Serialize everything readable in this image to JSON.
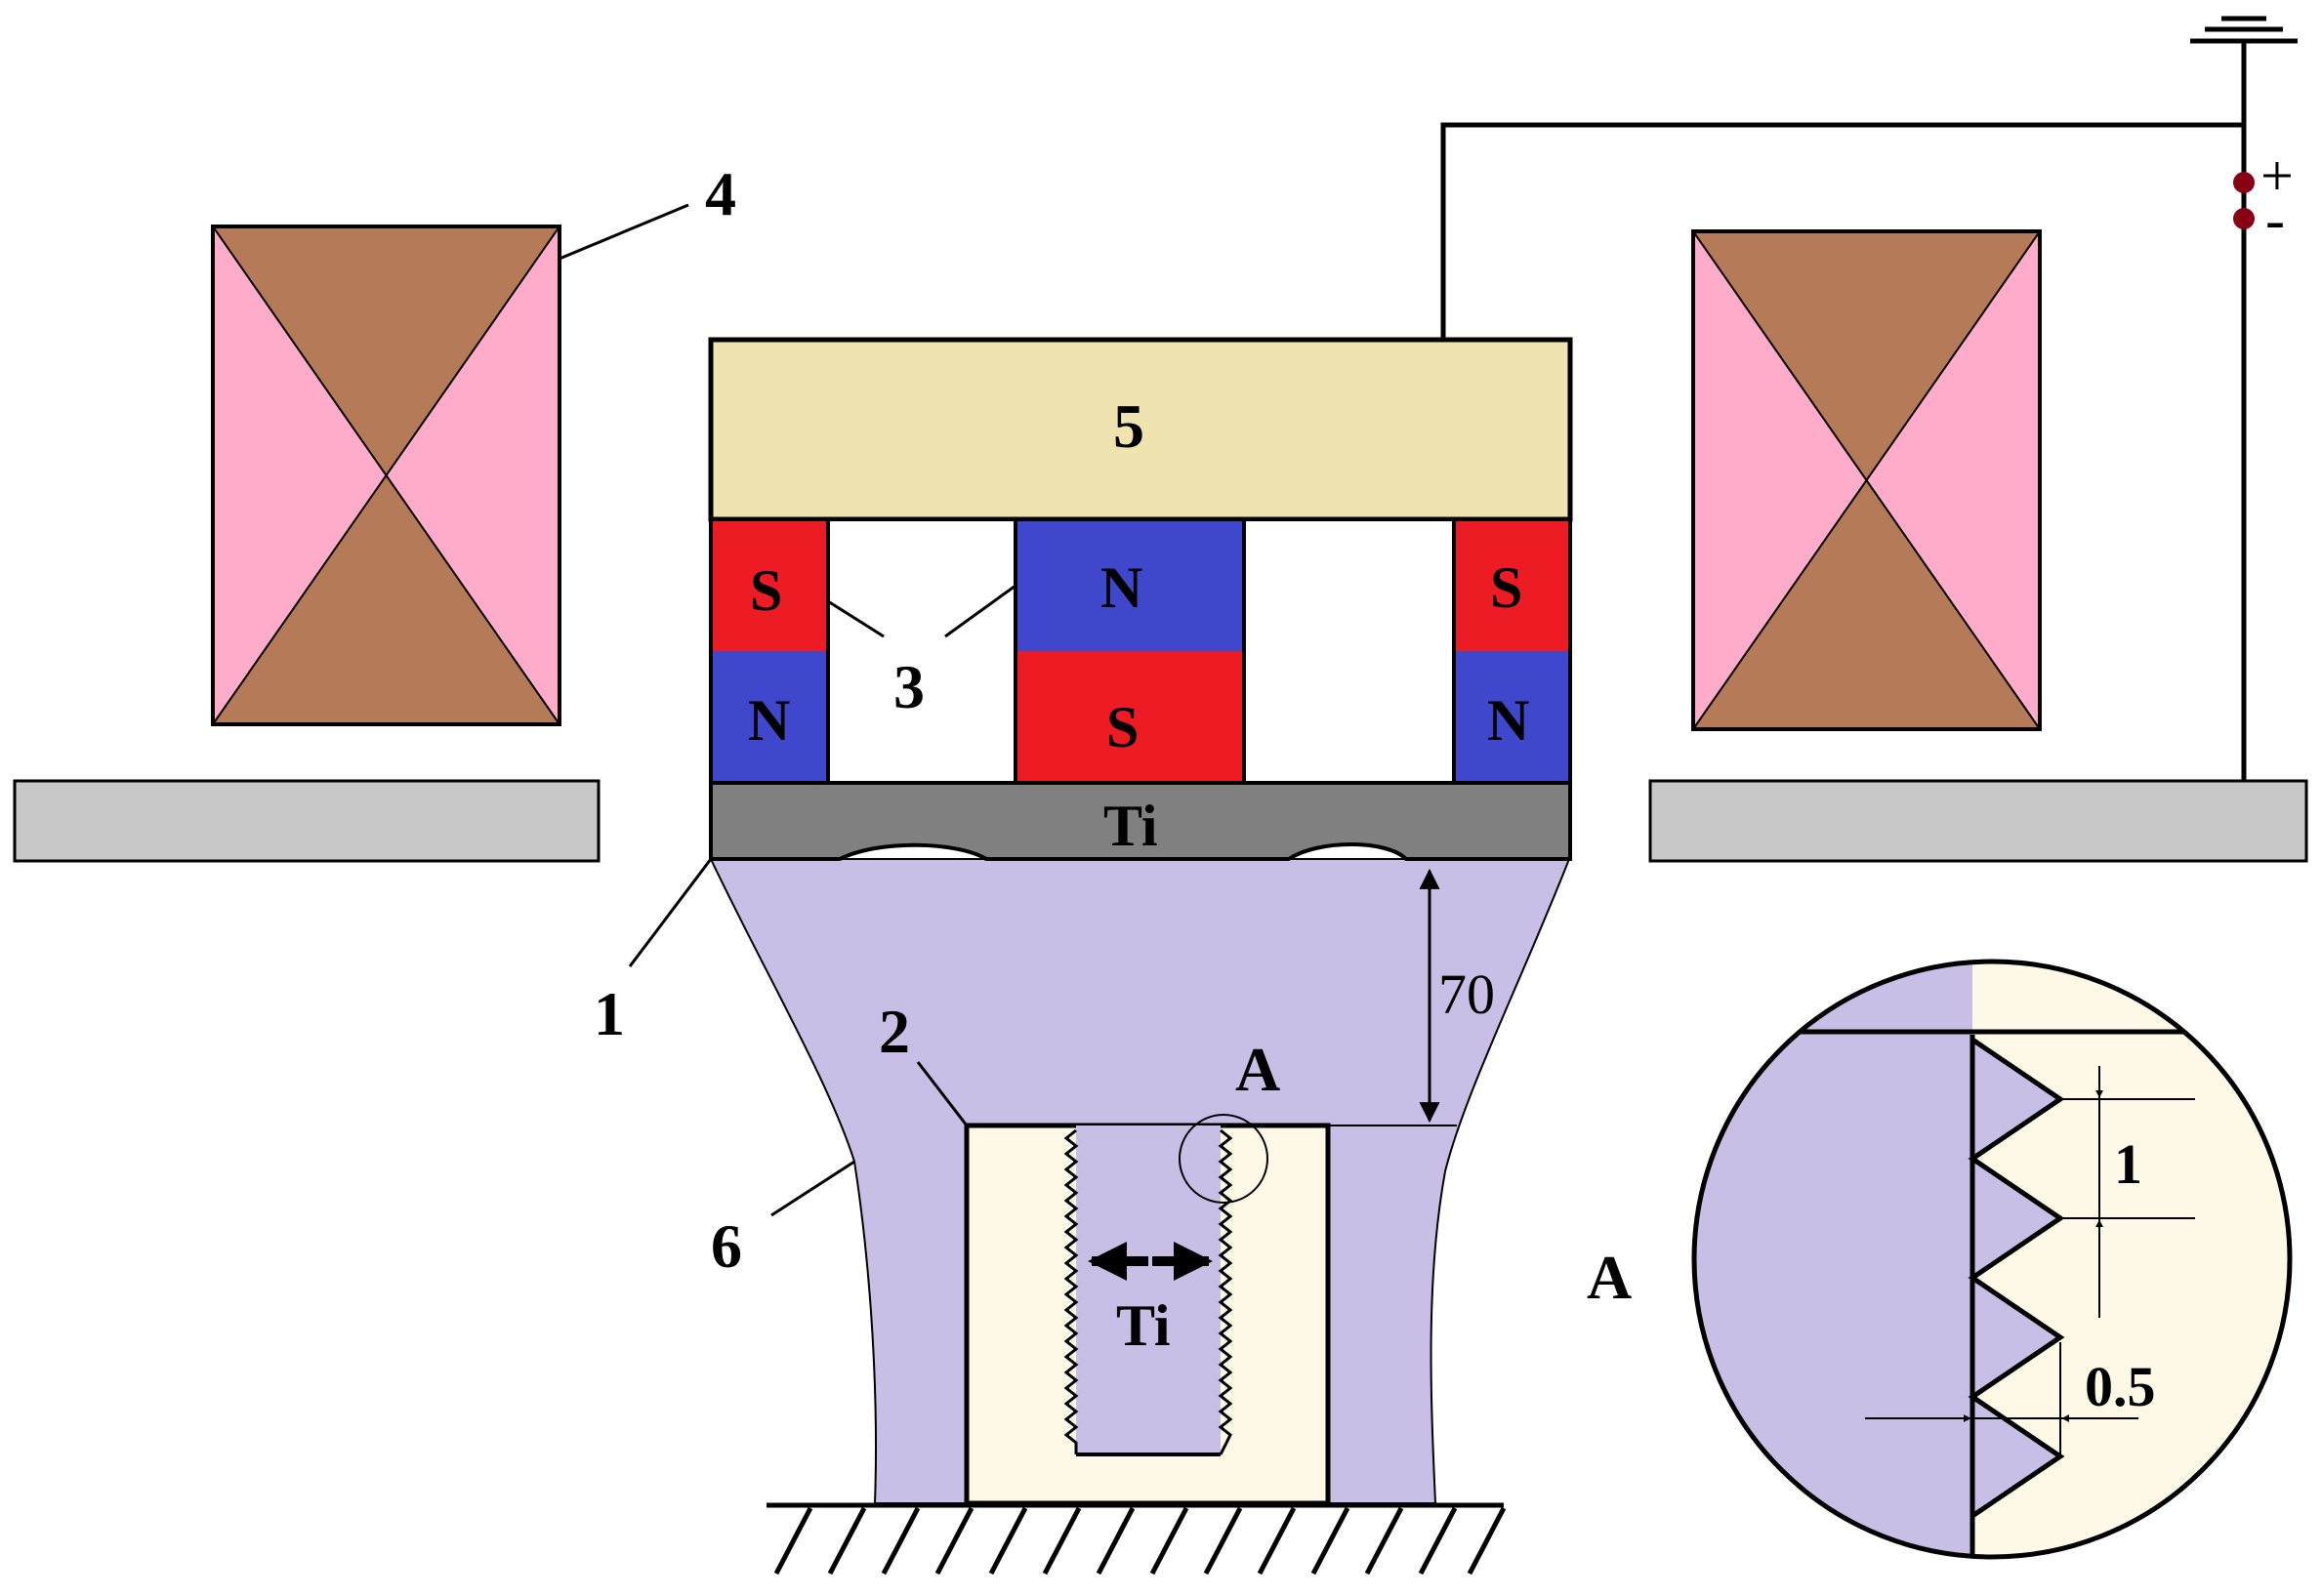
{
  "colors": {
    "coil_pink": "#FFACCB",
    "coil_brown": "#B57A57",
    "anode_yellow": "#EFE4B0",
    "magnet_red": "#ED1C24",
    "magnet_blue": "#3F48CC",
    "titanium_gray": "#808080",
    "plasma_lavender": "#C8BFE7",
    "substrate_cream": "#FEF9E7",
    "table_gray": "#C8C8C8",
    "dot_red": "#880015"
  },
  "labels": {
    "cathode": "1",
    "substrate": "2",
    "magnets": "3",
    "coil": "4",
    "anode": "5",
    "plasma": "6",
    "detail_marker": "A",
    "detail_title": "A"
  },
  "target": {
    "material": "Ti"
  },
  "magnets": {
    "left_top": "S",
    "left_bottom": "N",
    "center_top": "N",
    "center_bottom": "S",
    "right_top": "S",
    "right_bottom": "N"
  },
  "sample": {
    "material": "Ti"
  },
  "dimensions": {
    "distance": "70",
    "thread_pitch": "1",
    "thread_depth": "0.5"
  },
  "power": {
    "plus": "+",
    "minus": "-"
  }
}
